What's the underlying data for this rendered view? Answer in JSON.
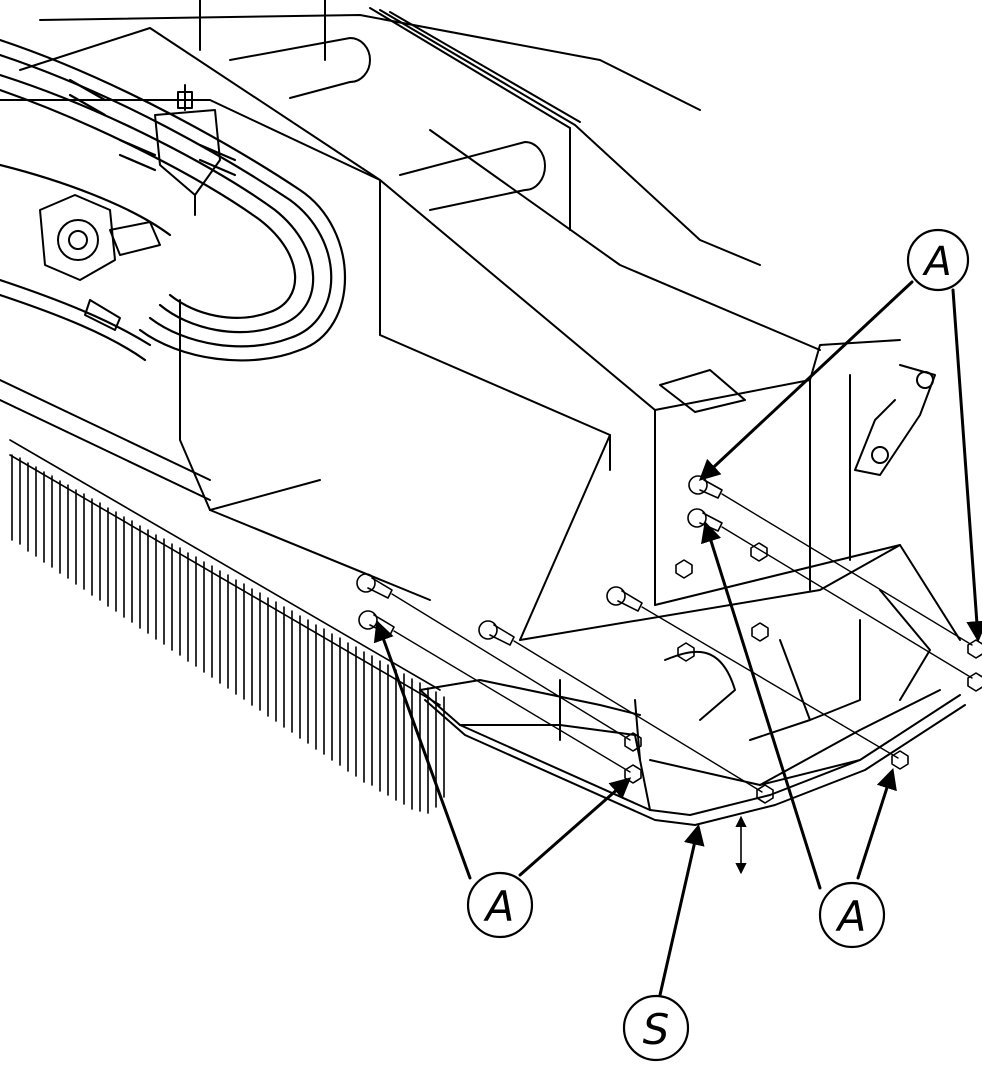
{
  "callouts": {
    "a_top_right": "A",
    "a_bottom_left": "A",
    "a_bottom_right": "A",
    "s_bottom": "S"
  },
  "colors": {
    "line": "#000000",
    "background": "#ffffff"
  }
}
